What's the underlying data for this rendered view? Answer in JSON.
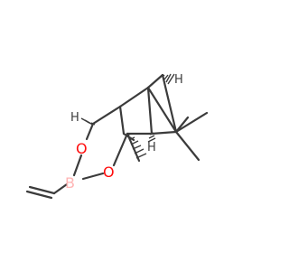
{
  "molecule": {
    "atoms": {
      "o1": {
        "symbol": "O",
        "color": "#ff0d0d"
      },
      "o2": {
        "symbol": "O",
        "color": "#ff0d0d"
      },
      "b": {
        "symbol": "B",
        "color": "#ffb5b5"
      },
      "h1": {
        "symbol": "H"
      },
      "h2": {
        "symbol": "H"
      },
      "h3": {
        "symbol": "H"
      }
    },
    "colors": {
      "bond": "#3b3b3b",
      "oxygen": "#ff0d0d",
      "boron": "#ffb5b5",
      "background": "#ffffff"
    }
  }
}
